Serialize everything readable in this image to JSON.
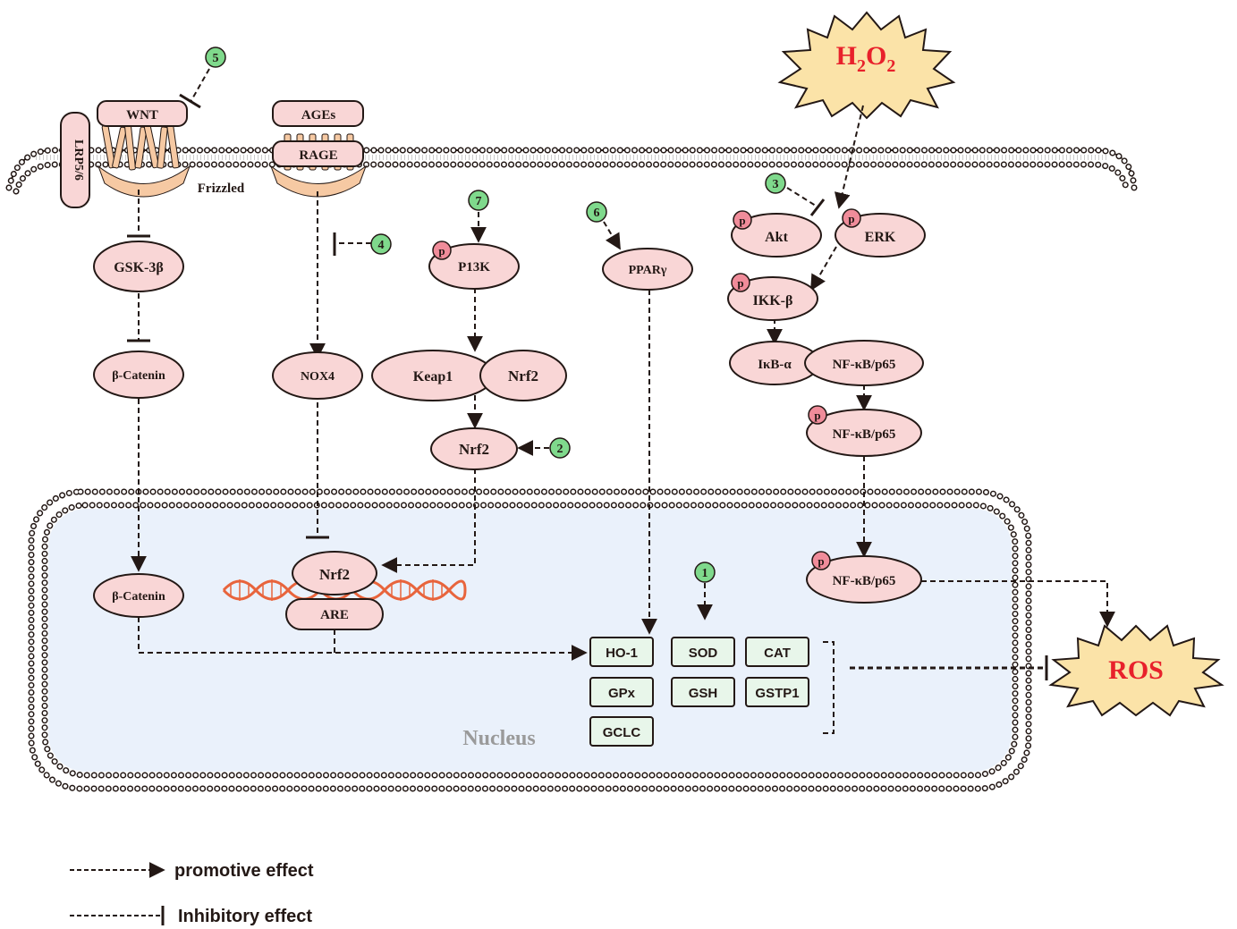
{
  "colors": {
    "node_fill": "#f9d6d6",
    "node_stroke": "#231815",
    "nucleus_fill": "#eaf1fb",
    "enzyme_fill": "#e8f6ea",
    "badge_fill": "#7fd98c",
    "ros_fill": "#fbe3a8",
    "ros_text": "#e8212b",
    "phospho_fill": "#f08c9a",
    "dna": "#e8643c"
  },
  "stimulus": {
    "h2o2_main": "H",
    "h2o2_sub1": "2",
    "h2o2_mid": "O",
    "h2o2_sub2": "2"
  },
  "membrane": {
    "wnt": "WNT",
    "lrp": "LRP5/6",
    "frizzled": "Frizzled",
    "ages": "AGEs",
    "rage": "RAGE"
  },
  "cytoplasm": {
    "gsk3b": "GSK-3β",
    "beta_catenin": "β-Catenin",
    "nox4": "NOX4",
    "pi3k": "P13K",
    "keap1": "Keap1",
    "nrf2_complex": "Nrf2",
    "nrf2_free": "Nrf2",
    "ppar": "PPARγ",
    "akt": "Akt",
    "erk": "ERK",
    "ikk": "IKK-β",
    "ikba": "IκB-α",
    "nfkb1": "NF-κB/p65",
    "nfkb2": "NF-κB/p65",
    "phospho": "p"
  },
  "nucleus": {
    "label": "Nucleus",
    "beta_catenin": "β-Catenin",
    "nrf2": "Nrf2",
    "are": "ARE",
    "nfkb": "NF-κB/p65",
    "enzymes": [
      "HO-1",
      "SOD",
      "CAT",
      "GPx",
      "GSH",
      "GSTP1",
      "GCLC"
    ]
  },
  "ros": "ROS",
  "badges": [
    "5",
    "4",
    "7",
    "6",
    "3",
    "2",
    "1"
  ],
  "legend": {
    "promotive": "promotive effect",
    "inhibitory": "Inhibitory effect"
  }
}
